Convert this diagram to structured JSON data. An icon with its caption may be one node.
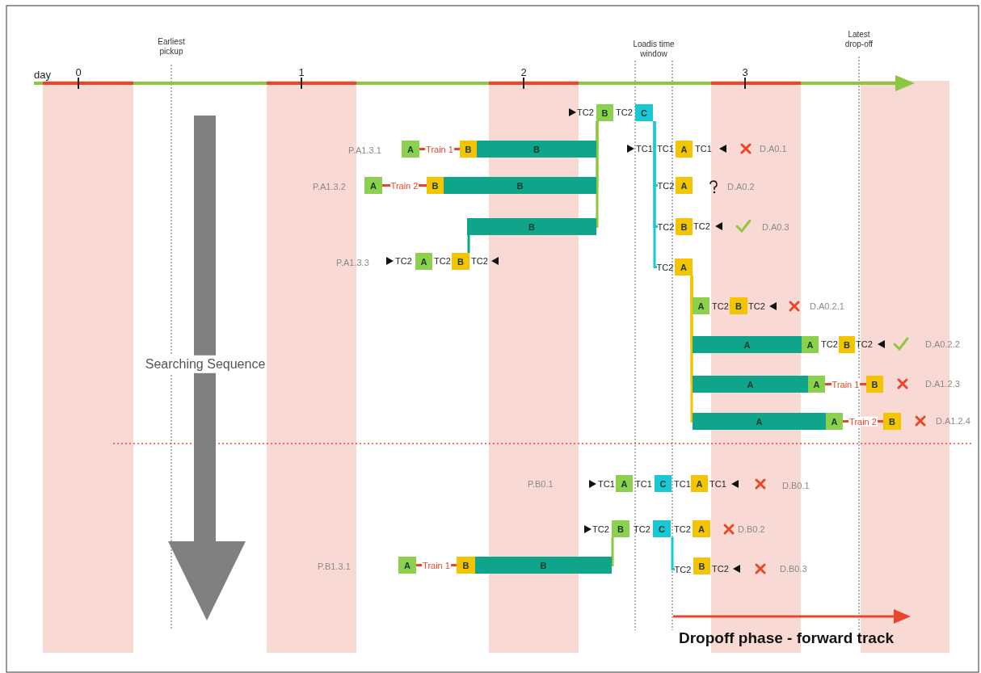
{
  "diagram": {
    "nodes": [
      {
        "text": [
          "B"
        ]
      },
      {
        "text": [
          "C"
        ]
      },
      {
        "text": [
          "A"
        ]
      },
      {
        "text": [
          "B"
        ]
      },
      {
        "text": [
          "B"
        ]
      },
      {
        "text": [
          "A"
        ]
      },
      {
        "text": [
          "A"
        ]
      },
      {
        "text": [
          "B"
        ]
      },
      {
        "text": [
          "B"
        ]
      },
      {
        "text": [
          "TC2"
        ]
      },
      {
        "text": [
          "A"
        ]
      },
      {
        "text": [
          "B"
        ]
      },
      {
        "text": [
          "TC2"
        ]
      },
      {
        "text": [
          "B"
        ]
      },
      {
        "text": [
          "A"
        ]
      },
      {
        "text": [
          "B"
        ]
      },
      {
        "text": [
          "TC2"
        ]
      },
      {
        "text": [
          "A"
        ]
      },
      {
        "text": [
          "A"
        ]
      },
      {
        "text": [
          "B"
        ]
      },
      {
        "text": [
          "A"
        ]
      },
      {
        "text": [
          "A"
        ]
      },
      {
        "text": [
          "B"
        ]
      },
      {
        "text": [
          "A"
        ]
      },
      {
        "text": [
          "A"
        ]
      },
      {
        "text": [
          "B"
        ]
      },
      {
        "text": [
          "A"
        ]
      },
      {
        "text": [
          "A"
        ]
      },
      {
        "text": [
          "B"
        ]
      },
      {
        "text": [
          "A"
        ]
      },
      {
        "text": [
          "C"
        ]
      },
      {
        "text": [
          "A"
        ]
      },
      {
        "text": [
          "B"
        ]
      },
      {
        "text": [
          "C"
        ]
      },
      {
        "text": [
          "A"
        ]
      },
      {
        "text": [
          "A"
        ]
      },
      {
        "text": [
          "B"
        ]
      },
      {
        "text": [
          "B"
        ]
      },
      {
        "text": [
          "TC2"
        ]
      },
      {
        "text": [
          "B"
        ]
      }
    ],
    "edges": [
      {
        "from": 0,
        "to": 4,
        "arrow": "none",
        "color": "#8dc63f"
      },
      {
        "from": 0,
        "to": 8,
        "arrow": "none",
        "color": "#8dc63f"
      },
      {
        "from": 0,
        "to": 11,
        "arrow": "none",
        "color": "#8dc63f"
      },
      {
        "from": 1,
        "to": 9,
        "arrow": "none",
        "color": "#1ac8d4"
      },
      {
        "from": 1,
        "to": 12,
        "arrow": "none",
        "color": "#1ac8d4"
      },
      {
        "from": 1,
        "to": 16,
        "arrow": "none",
        "color": "#1ac8d4"
      },
      {
        "from": 2,
        "to": 3,
        "label": "Train 1",
        "arrow": "none",
        "color": "#e8472b"
      },
      {
        "from": 6,
        "to": 7,
        "label": "Train 2",
        "arrow": "none",
        "color": "#e8472b"
      },
      {
        "from": 15,
        "to": 11,
        "arrow": "none",
        "color": "#0fa58a"
      },
      {
        "from": 17,
        "to": 18,
        "arrow": "none",
        "color": "#f5c400"
      },
      {
        "from": 17,
        "to": 20,
        "arrow": "none",
        "color": "#f5c400"
      },
      {
        "from": 17,
        "to": 23,
        "arrow": "none",
        "color": "#f5c400"
      },
      {
        "from": 17,
        "to": 26,
        "arrow": "none",
        "color": "#f5c400"
      },
      {
        "from": 24,
        "to": 25,
        "label": "Train 1",
        "arrow": "none",
        "color": "#e8472b"
      },
      {
        "from": 27,
        "to": 28,
        "label": "Train 2",
        "arrow": "none",
        "color": "#e8472b"
      },
      {
        "from": 32,
        "to": 37,
        "arrow": "none",
        "color": "#8dc63f"
      },
      {
        "from": 33,
        "to": 38,
        "arrow": "none",
        "color": "#1ac8d4"
      },
      {
        "from": 35,
        "to": 36,
        "label": "Train 1",
        "arrow": "none",
        "color": "#e8472b"
      }
    ],
    "labels": [
      "Earliest pickup",
      "Loadis time window",
      "Latest drop-off",
      "day",
      "0",
      "1",
      "2",
      "3",
      "TC2",
      "TC2",
      "P.A1.3.1",
      "TC1",
      "TC1",
      "TC1",
      "D.A0.1",
      "P.A1.3.2",
      "D.A0.2",
      "TC2",
      "D.A0.3",
      "P.A1.3.3",
      "TC2",
      "TC2",
      "TC2",
      "TC2",
      "TC2",
      "D.A0.2.1",
      "TC2",
      "TC2",
      "D.A0.2.2",
      "D.A1.2.3",
      "D.A1.2.4",
      "Searching Sequence",
      "P.B0.1",
      "TC1",
      "TC1",
      "TC1",
      "TC1",
      "D.B0.1",
      "TC2",
      "TC2",
      "TC2",
      "D.B0.2",
      "P.B1.3.1",
      "TC2",
      "D.B0.3",
      "Dropoff phase - forward track"
    ]
  }
}
